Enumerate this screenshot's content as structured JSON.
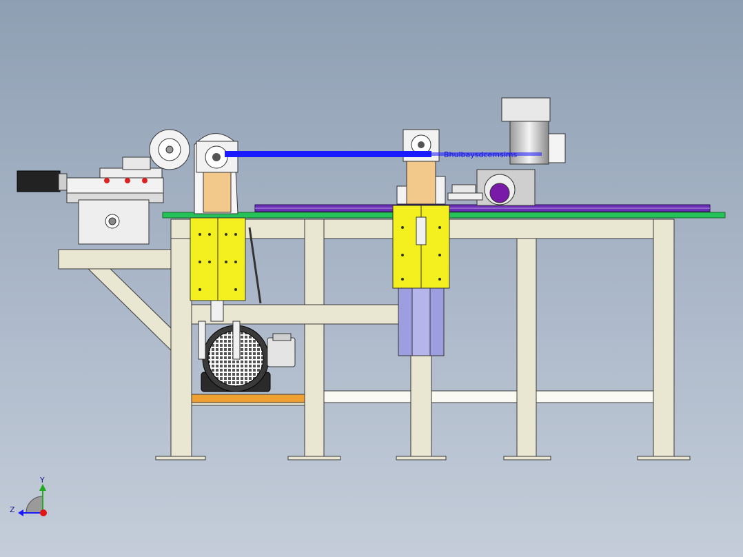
{
  "viewport": {
    "background": "#a3b0c2"
  },
  "colors": {
    "frame": "#e9e6d2",
    "frame_edge": "#3a3a3a",
    "yellow_block": "#f4f020",
    "tan_post": "#f2c98a",
    "lavender": "#9d9ee0",
    "green_rail": "#25c25a",
    "purple_rail": "#6a2fb4",
    "annotation_blue": "#1a1aff",
    "orange_plate": "#f0a030",
    "motor_black": "#222222"
  },
  "annotation": {
    "leader_text": "Bhulbaysdcemsims"
  },
  "triad": {
    "y_label": "Y",
    "z_label": "Z",
    "y_icon": "y-axis-arrow-icon",
    "z_icon": "z-axis-arrow-icon",
    "origin_icon": "origin-dot-icon"
  }
}
